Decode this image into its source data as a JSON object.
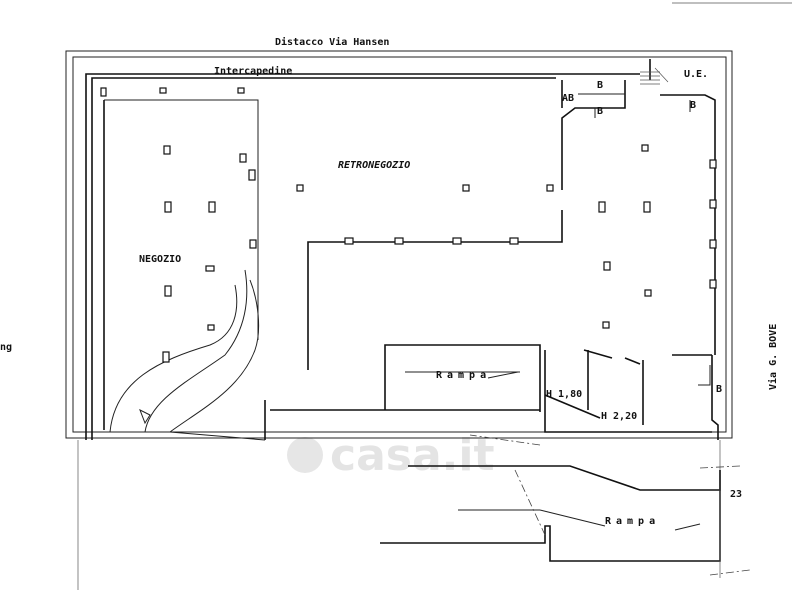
{
  "plan": {
    "top_street": "Distacco Via Hansen",
    "gap_label": "Intercapedine",
    "right_street": "Via G. BOVE",
    "left_cut": "ng",
    "rooms": {
      "shop": "NEGOZIO",
      "back_shop": "RETRONEGOZIO",
      "exit": "U.E.",
      "bath1": "B",
      "bath2": "B",
      "bath3": "B",
      "bath4": "B",
      "antebath": "AB"
    },
    "ramp_upper": "Rampa",
    "ramp_lower": "Rampa",
    "height1": "H 1,80",
    "height2": "H 2,20",
    "dimension": "23"
  },
  "watermark": "casa.it"
}
